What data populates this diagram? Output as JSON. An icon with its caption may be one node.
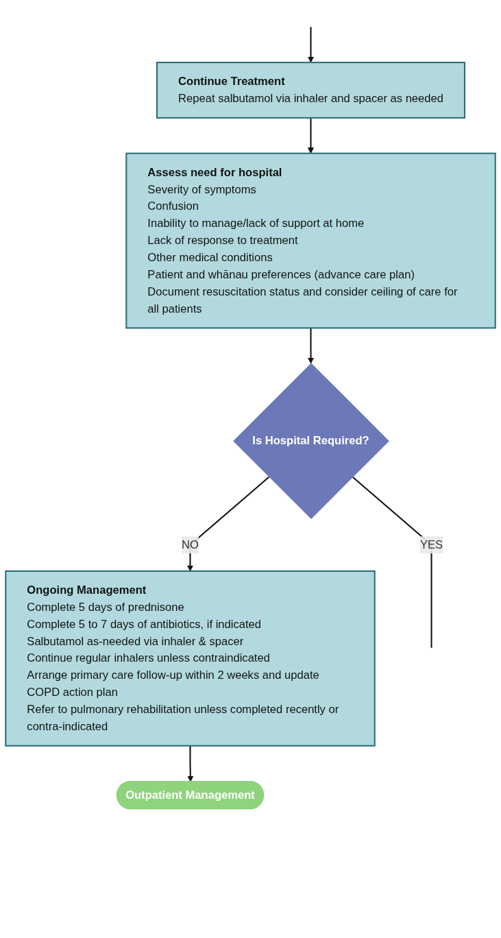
{
  "diagram": {
    "nodes": [
      {
        "text": [
          "Continue Treatment",
          "Repeat salbutamol via inhaler and spacer as needed"
        ]
      },
      {
        "text": [
          "Assess need for hospital",
          "Severity of symptoms",
          "Confusion",
          "Inability to manage/lack of support at home",
          "Lack of response to treatment",
          "Other medical conditions",
          "Patient and whānau preferences (advance care plan)",
          "Document resuscitation status and consider ceiling of care for all patients"
        ]
      },
      {
        "text": [
          "Is Hospital Required?"
        ]
      },
      {
        "text": [
          "Ongoing Management",
          "Complete 5 days of prednisone",
          "Complete 5 to 7 days of antibiotics, if indicated",
          "Salbutamol as-needed via inhaler & spacer",
          "Continue regular inhalers unless contraindicated",
          "Arrange primary care follow-up within 2 weeks and update COPD action plan",
          "Refer to pulmonary rehabilitation unless completed recently or contra-indicated"
        ]
      },
      {
        "text": [
          "Outpatient Management"
        ]
      }
    ],
    "edges": [
      {
        "from": null,
        "to": 0,
        "arrow": "to"
      },
      {
        "from": 0,
        "to": 1,
        "arrow": "to"
      },
      {
        "from": 1,
        "to": 2,
        "arrow": "to"
      },
      {
        "from": 2,
        "to": 3,
        "arrow": "to",
        "label": "NO"
      },
      {
        "from": 2,
        "to": null,
        "arrow": "none",
        "label": "YES"
      },
      {
        "from": 3,
        "to": 4,
        "arrow": "to"
      }
    ]
  }
}
